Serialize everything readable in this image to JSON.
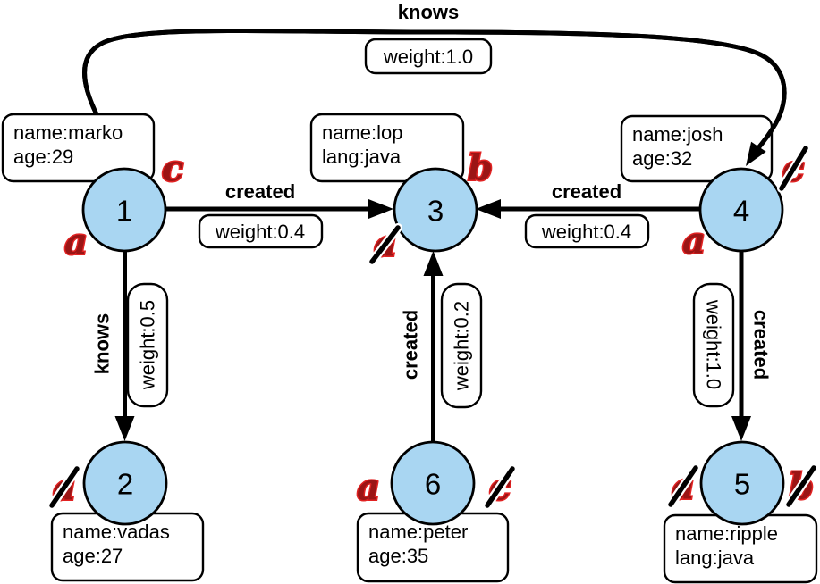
{
  "diagram_type": "property-graph",
  "colors": {
    "background": "#ffffff",
    "node_fill": "#a9d6f2",
    "node_border": "#000000",
    "edge": "#000000",
    "box_fill": "#ffffff",
    "marker_fill": "#9b1515",
    "marker_outline": "#e12222"
  },
  "nodes": [
    {
      "id": "1",
      "properties": [
        "name:marko",
        "age:29"
      ]
    },
    {
      "id": "2",
      "properties": [
        "name:vadas",
        "age:27"
      ]
    },
    {
      "id": "3",
      "properties": [
        "name:lop",
        "lang:java"
      ]
    },
    {
      "id": "4",
      "properties": [
        "name:josh",
        "age:32"
      ]
    },
    {
      "id": "5",
      "properties": [
        "name:ripple",
        "lang:java"
      ]
    },
    {
      "id": "6",
      "properties": [
        "name:peter",
        "age:35"
      ]
    }
  ],
  "edges": [
    {
      "from": "1",
      "to": "4",
      "label": "knows",
      "weight": "weight:1.0"
    },
    {
      "from": "1",
      "to": "3",
      "label": "created",
      "weight": "weight:0.4"
    },
    {
      "from": "4",
      "to": "3",
      "label": "created",
      "weight": "weight:0.4"
    },
    {
      "from": "1",
      "to": "2",
      "label": "knows",
      "weight": "weight:0.5"
    },
    {
      "from": "6",
      "to": "3",
      "label": "created",
      "weight": "weight:0.2"
    },
    {
      "from": "4",
      "to": "5",
      "label": "created",
      "weight": "weight:1.0"
    }
  ],
  "step_markers": [
    {
      "node": "1",
      "letter": "c",
      "crossed": false
    },
    {
      "node": "1",
      "letter": "a",
      "crossed": false
    },
    {
      "node": "3",
      "letter": "b",
      "crossed": false
    },
    {
      "node": "3",
      "letter": "a",
      "crossed": true
    },
    {
      "node": "4",
      "letter": "c",
      "crossed": true
    },
    {
      "node": "4",
      "letter": "a",
      "crossed": false
    },
    {
      "node": "2",
      "letter": "a",
      "crossed": true
    },
    {
      "node": "6",
      "letter": "a",
      "crossed": false
    },
    {
      "node": "6",
      "letter": "c",
      "crossed": true
    },
    {
      "node": "5",
      "letter": "a",
      "crossed": true
    },
    {
      "node": "5",
      "letter": "b",
      "crossed": true
    }
  ]
}
